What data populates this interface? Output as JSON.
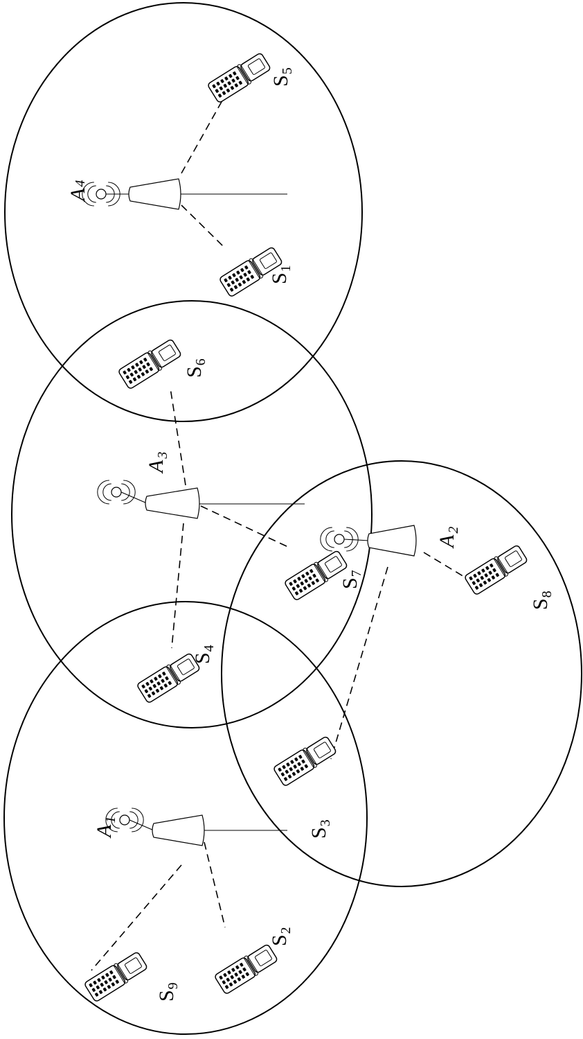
{
  "access_points": [
    {
      "id": "A1",
      "letter": "A",
      "sub": "1"
    },
    {
      "id": "A2",
      "letter": "A",
      "sub": "2"
    },
    {
      "id": "A3",
      "letter": "A",
      "sub": "3"
    },
    {
      "id": "A4",
      "letter": "A",
      "sub": "4"
    }
  ],
  "stations": [
    {
      "id": "S1",
      "letter": "S",
      "sub": "1"
    },
    {
      "id": "S2",
      "letter": "S",
      "sub": "2"
    },
    {
      "id": "S3",
      "letter": "S",
      "sub": "3"
    },
    {
      "id": "S4",
      "letter": "S",
      "sub": "4"
    },
    {
      "id": "S5",
      "letter": "S",
      "sub": "5"
    },
    {
      "id": "S6",
      "letter": "S",
      "sub": "6"
    },
    {
      "id": "S7",
      "letter": "S",
      "sub": "7"
    },
    {
      "id": "S8",
      "letter": "S",
      "sub": "8"
    },
    {
      "id": "S9",
      "letter": "S",
      "sub": "9"
    }
  ],
  "links": [
    {
      "ap": "A4",
      "station": "S5"
    },
    {
      "ap": "A4",
      "station": "S1"
    },
    {
      "ap": "A3",
      "station": "S6"
    },
    {
      "ap": "A3",
      "station": "S7"
    },
    {
      "ap": "A3",
      "station": "S4"
    },
    {
      "ap": "A2",
      "station": "S8"
    },
    {
      "ap": "A2",
      "station": "S3"
    },
    {
      "ap": "A1",
      "station": "S2"
    },
    {
      "ap": "A1",
      "station": "S9"
    }
  ]
}
